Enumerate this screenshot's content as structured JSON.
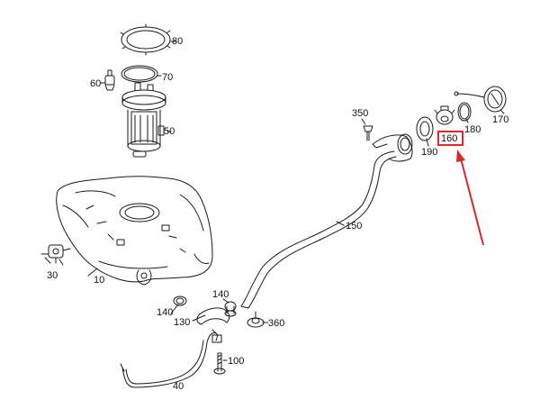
{
  "diagram": {
    "parts": [
      {
        "number": "10"
      },
      {
        "number": "30"
      },
      {
        "number": "40"
      },
      {
        "number": "50"
      },
      {
        "number": "60"
      },
      {
        "number": "70"
      },
      {
        "number": "80"
      },
      {
        "number": "100"
      },
      {
        "number": "130"
      },
      {
        "number": "140"
      },
      {
        "number": "140"
      },
      {
        "number": "150"
      },
      {
        "number": "160"
      },
      {
        "number": "170"
      },
      {
        "number": "180"
      },
      {
        "number": "190"
      },
      {
        "number": "350"
      },
      {
        "number": "360"
      }
    ],
    "highlighted_part": "160",
    "colors": {
      "line": "#1a1a1a",
      "highlight": "#e0282c",
      "arrow": "#d42a2a"
    }
  }
}
